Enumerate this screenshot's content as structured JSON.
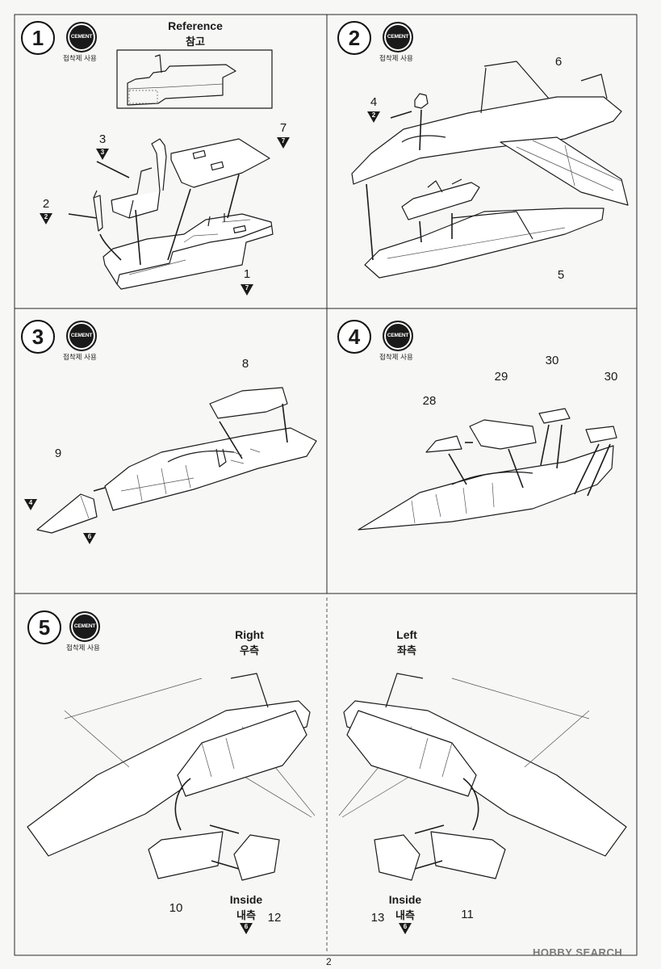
{
  "page": {
    "number": "2",
    "watermark": "HOBBY SEARCH"
  },
  "cement": {
    "badge": "CEMENT",
    "korean": "접착제 사용"
  },
  "steps": [
    {
      "number": "1",
      "reference_title": "Reference",
      "reference_title_ko": "참고",
      "part_labels": [
        "3",
        "7",
        "2",
        "1"
      ],
      "markers": [
        "3",
        "7",
        "2",
        "7"
      ]
    },
    {
      "number": "2",
      "part_labels": [
        "4",
        "6",
        "5"
      ],
      "markers": [
        "2"
      ]
    },
    {
      "number": "3",
      "part_labels": [
        "8",
        "9"
      ],
      "markers": [
        "4",
        "6"
      ]
    },
    {
      "number": "4",
      "part_labels": [
        "28",
        "29",
        "30",
        "30"
      ]
    },
    {
      "number": "5",
      "right_title": "Right",
      "right_title_ko": "우측",
      "left_title": "Left",
      "left_title_ko": "좌측",
      "part_labels": [
        "10",
        "12",
        "13",
        "11"
      ],
      "inside_label": "Inside",
      "inside_label_ko": "내측",
      "markers": [
        "6",
        "6"
      ]
    }
  ]
}
